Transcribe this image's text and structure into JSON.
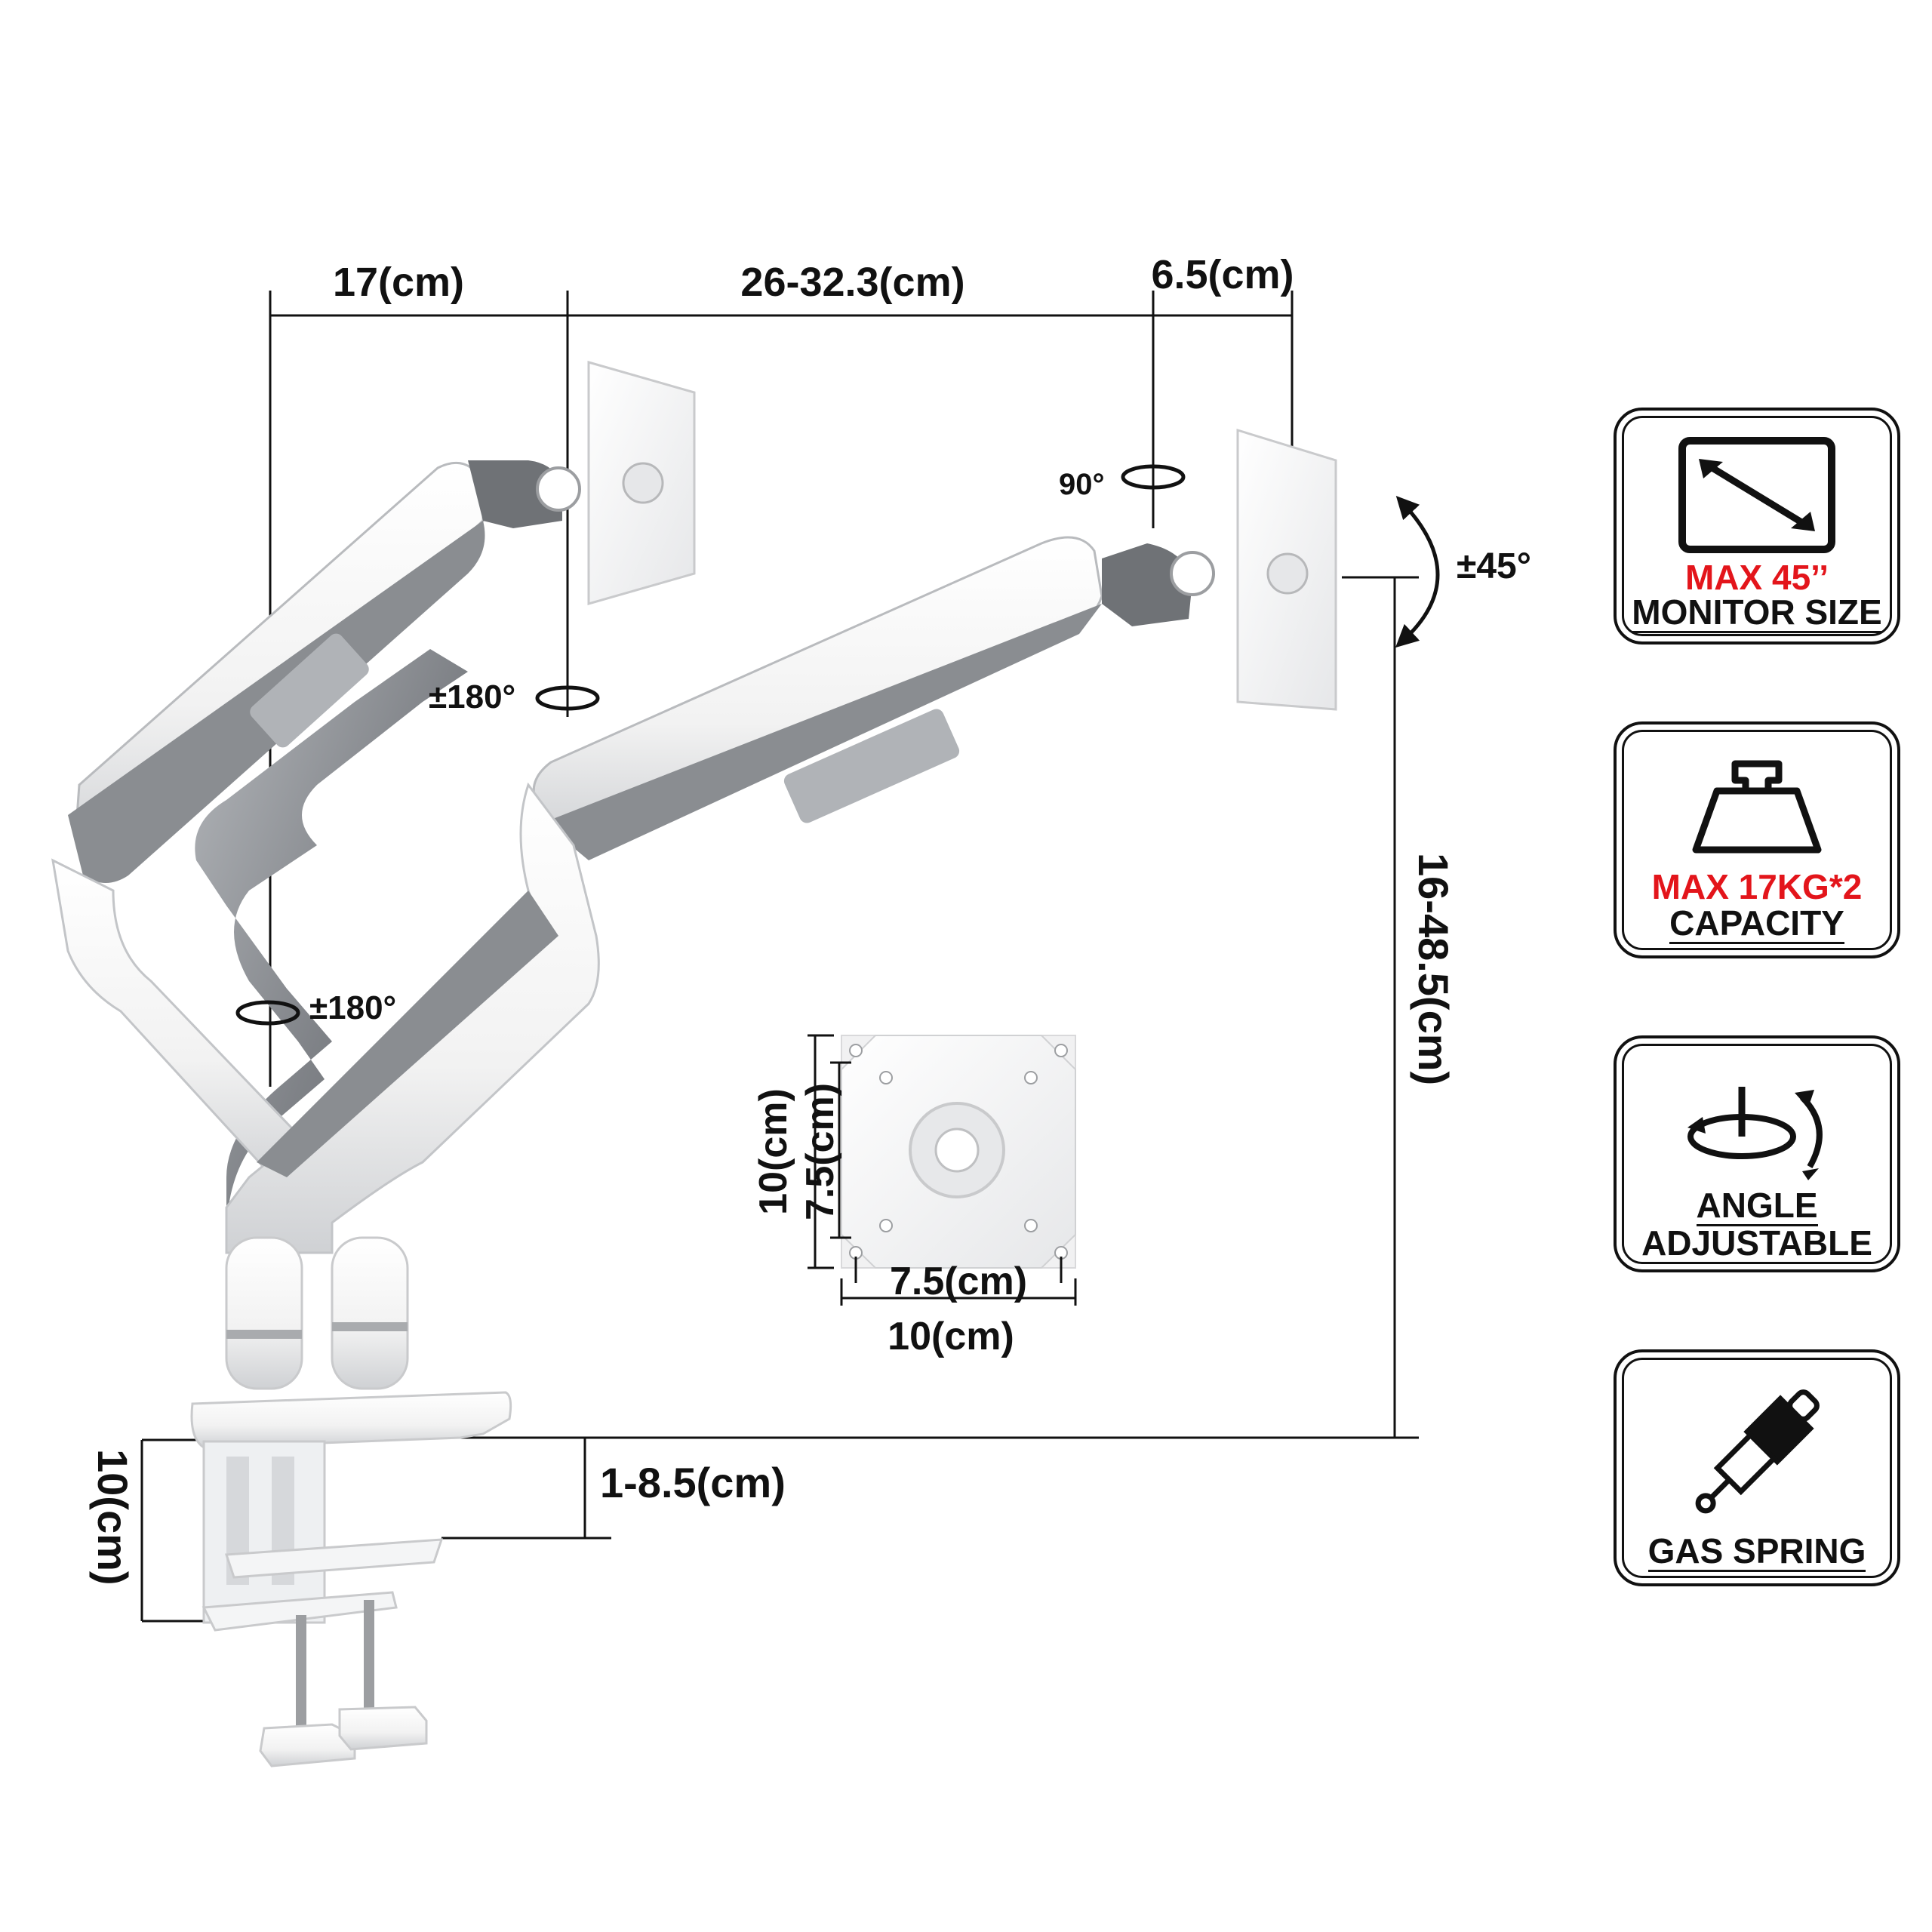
{
  "dimensions": {
    "arm_depth": "17(cm)",
    "arm_length": "26-32.3(cm)",
    "head_offset": "6.5(cm)",
    "height_range": "16-48.5(cm)",
    "desk_thickness": "1-8.5(cm)",
    "clamp_height": "10(cm)",
    "vesa_inner_w": "7.5(cm)",
    "vesa_outer_w": "10(cm)",
    "vesa_inner_h": "7.5(cm)",
    "vesa_outer_h": "10(cm)"
  },
  "rotations": {
    "tilt": "±45°",
    "swivel_head": "90°",
    "elbow_swivel": "±180°",
    "base_swivel": "±180°"
  },
  "badges": [
    {
      "line1": "MAX 45’’",
      "line2": "MONITOR SIZE",
      "icon": "monitor-diagonal-icon"
    },
    {
      "line1": "MAX 17KG*2",
      "line2": "CAPACITY",
      "icon": "weight-icon"
    },
    {
      "line1": "ANGLE",
      "line2": "ADJUSTABLE",
      "icon": "rotation-icon"
    },
    {
      "line1": "GAS SPRING",
      "line2": "",
      "icon": "gas-spring-icon"
    }
  ],
  "colors": {
    "accent": "#e3151b",
    "ink": "#111111",
    "arm_white": "#f4f4f4",
    "arm_grey": "#8a8d91"
  }
}
